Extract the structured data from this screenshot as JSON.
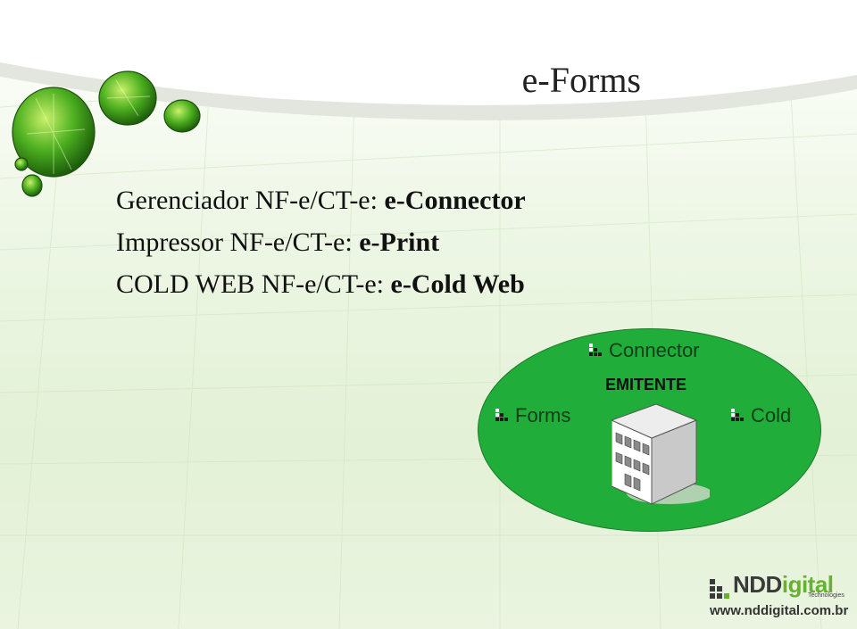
{
  "slide": {
    "title": "e-Forms",
    "lines": [
      {
        "prefix": "Gerenciador NF-e/CT-e: ",
        "product": "e-Connector"
      },
      {
        "prefix": "Impressor NF-e/CT-e: ",
        "product": "e-Print"
      },
      {
        "prefix": "COLD WEB NF-e/CT-e: ",
        "product": "e-Cold Web"
      }
    ]
  },
  "diagram": {
    "center_label": "EMITENTE",
    "nodes": {
      "connector": "Connector",
      "forms": "Forms",
      "cold": "Cold"
    },
    "ellipse_color": "#21ad3a",
    "icons": {
      "node": "ndd-blocks-icon",
      "center": "office-building-icon"
    }
  },
  "footer": {
    "brand_a": "NDD",
    "brand_b": "igital",
    "tagline": "Technologies",
    "url": "www.nddigital.com.br",
    "brand_color": "#66b12f"
  },
  "decor": {
    "icon": "green-leaf-bubbles-icon"
  }
}
